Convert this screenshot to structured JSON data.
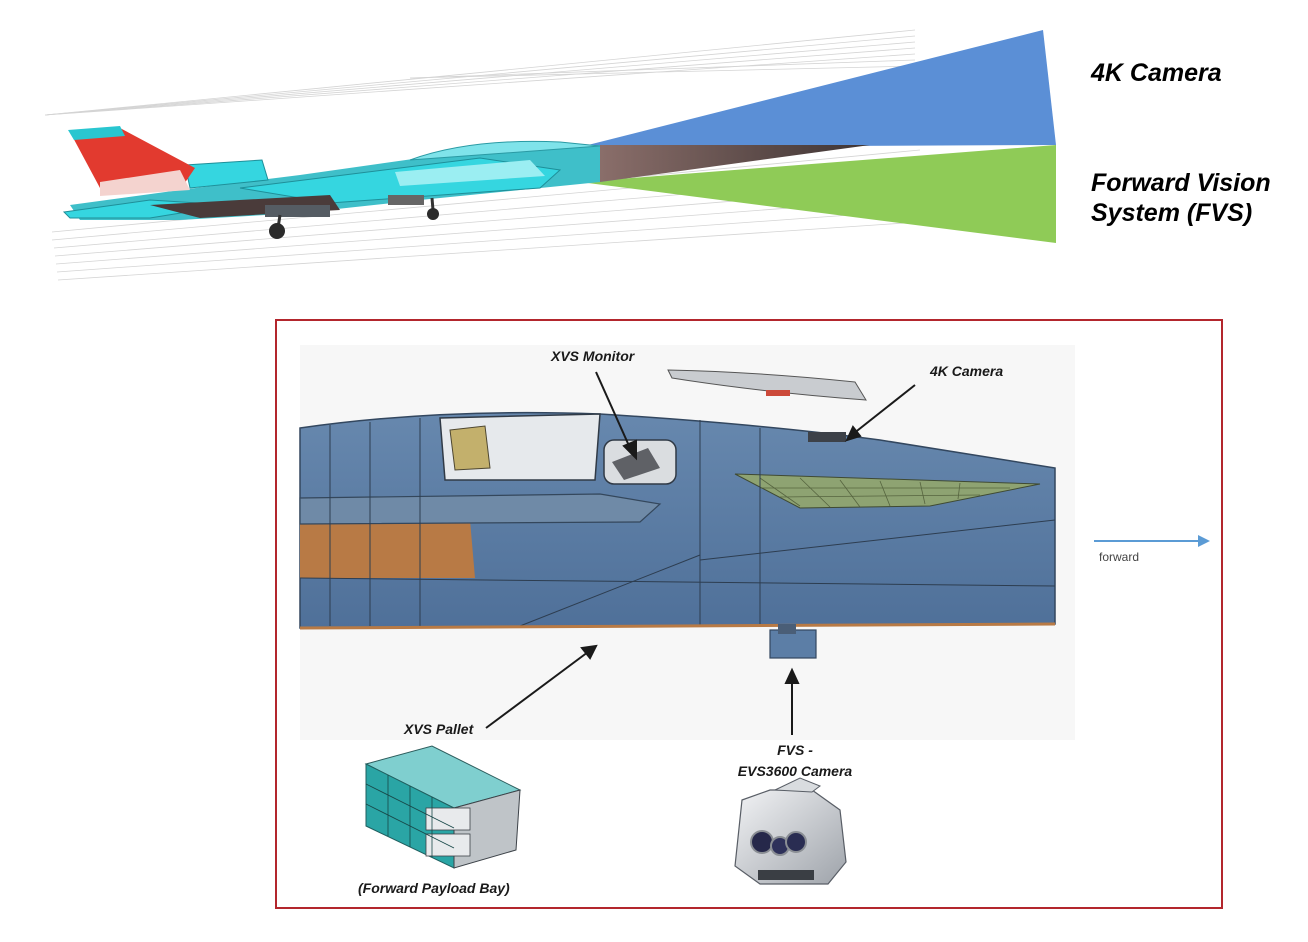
{
  "top_view": {
    "label_4k": "4K Camera",
    "label_fvs_line1": "Forward Vision",
    "label_fvs_line2": "System (FVS)",
    "colors": {
      "camera_4k_fov": "#5b8fd6",
      "fvs_fov": "#8fcb57",
      "tail_fin": "#e23a2f",
      "wing": "#35d6e0",
      "nose": "#5d4a48"
    }
  },
  "detail_view": {
    "label_xvs_monitor": "XVS Monitor",
    "label_4k_camera": "4K Camera",
    "label_forward": "forward",
    "label_xvs_pallet": "XVS Pallet",
    "label_fvs_line1": "FVS -",
    "label_fvs_line2": "EVS3600 Camera",
    "label_payload_bay": "(Forward Payload Bay)",
    "colors": {
      "frame_border": "#b3262d",
      "fuselage": "#5c7ea6",
      "payload_panel": "#b87a45",
      "strake": "#8ea372",
      "arrow_forward": "#5b9bd5",
      "pallet": "#2aa5a5"
    }
  }
}
